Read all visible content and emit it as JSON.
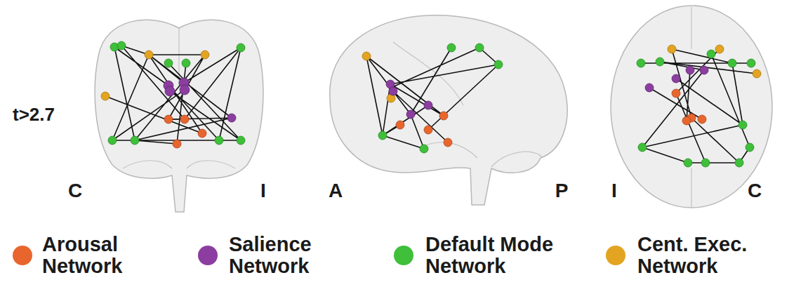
{
  "diagram": {
    "labels": [
      "t>2.7",
      "C",
      "I",
      "A",
      "P",
      "I",
      "C"
    ],
    "legend": [
      {
        "text": "Arousal Network",
        "color": "#e8662e"
      },
      {
        "text": "Salience Network",
        "color": "#8b3e9f"
      },
      {
        "text": "Default Mode Network",
        "color": "#3fbf3a"
      },
      {
        "text": "Cent. Exec. Network",
        "color": "#e2a421"
      }
    ]
  }
}
